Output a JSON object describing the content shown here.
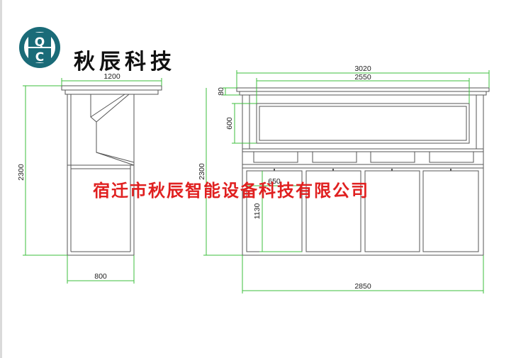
{
  "brand": {
    "name": "秋辰科技",
    "logo_letters": [
      "Q",
      "C"
    ],
    "logo_color": "#1a6b78"
  },
  "watermark": "宿迁市秋辰智能设备科技有限公司",
  "colors": {
    "dimension": "#3dbf3d",
    "outline": "#555555",
    "watermark": "#e02020"
  },
  "side_view": {
    "width_top": "1200",
    "height": "2300",
    "width_bottom": "800"
  },
  "front_view": {
    "width_top": "3020",
    "width_inner": "2550",
    "cornice": "80",
    "glass_height": "600",
    "height": "2300",
    "door_width": "650",
    "door_height": "1130",
    "width_bottom": "2850"
  }
}
